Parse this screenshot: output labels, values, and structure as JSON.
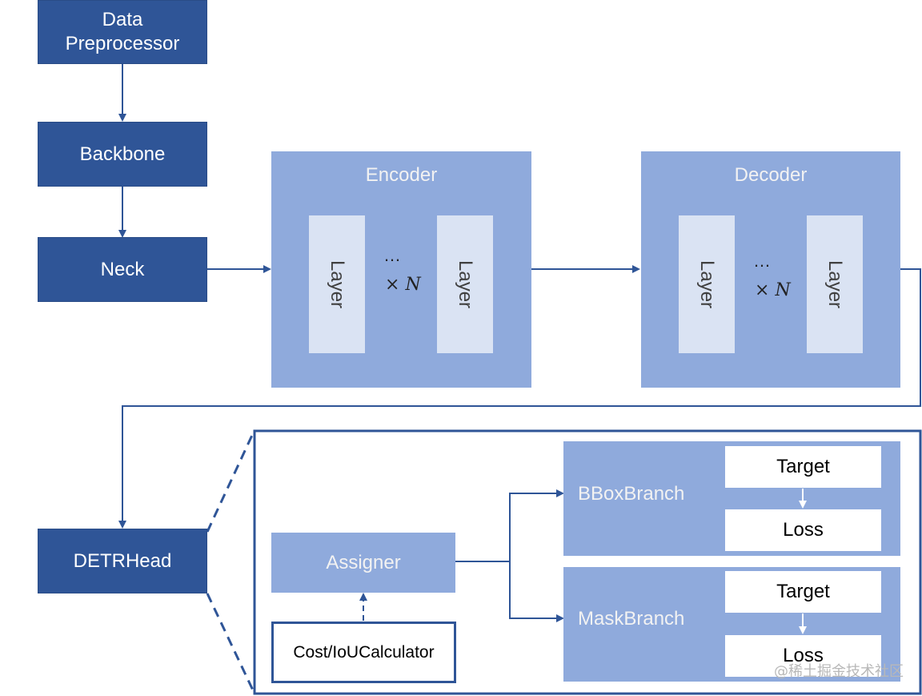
{
  "pipeline": {
    "data_preprocessor": "Data\nPreprocessor",
    "backbone": "Backbone",
    "neck": "Neck",
    "detr_head": "DETRHead"
  },
  "encoder": {
    "title": "Encoder",
    "layer_label": "Layer",
    "dots": "…",
    "times": "×",
    "n": "N"
  },
  "decoder": {
    "title": "Decoder",
    "layer_label": "Layer",
    "dots": "…",
    "times": "×",
    "n": "N"
  },
  "head": {
    "assigner": "Assigner",
    "cost_calculator": "Cost/IoUCalculator",
    "bbox_branch": {
      "label": "BBoxBranch",
      "target": "Target",
      "loss": "Loss"
    },
    "mask_branch": {
      "label": "MaskBranch",
      "target": "Target",
      "loss": "Loss"
    }
  },
  "watermark": "@稀土掘金技术社区",
  "colors": {
    "dark_blue": "#2f5597",
    "light_blue": "#8faadc",
    "layer_fill": "#dae3f3",
    "line": "#2f5597"
  }
}
